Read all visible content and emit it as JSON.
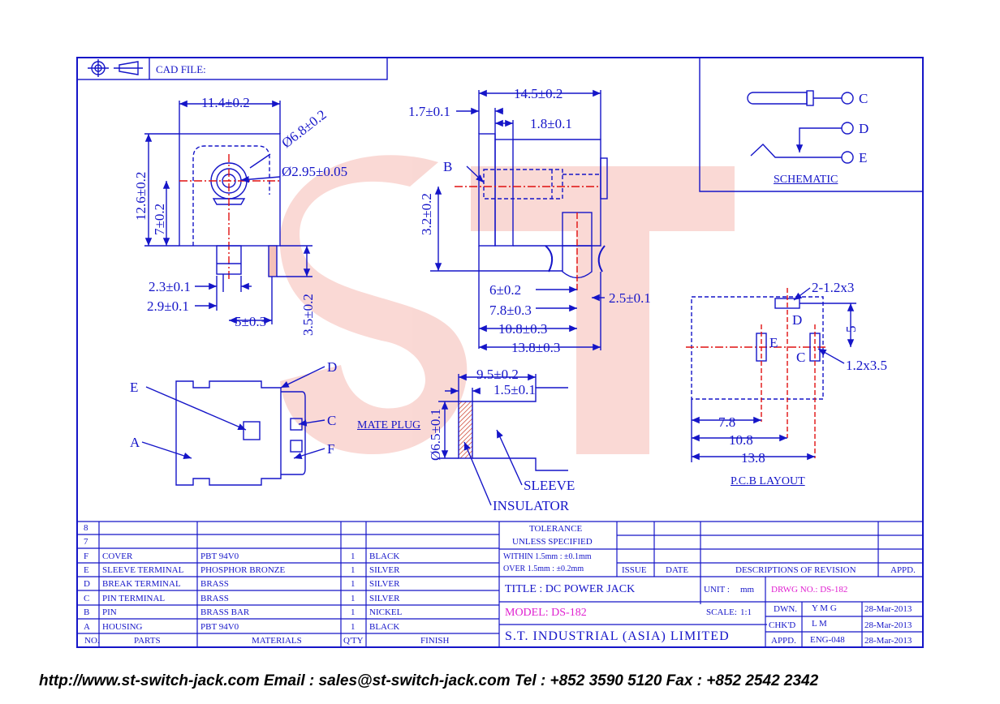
{
  "header": {
    "cad_file_label": "CAD FILE:"
  },
  "schematic": {
    "pins": [
      "C",
      "D",
      "E"
    ],
    "title": "SCHEMATIC"
  },
  "front_view": {
    "dims": {
      "width_top": "11.4±0.2",
      "hole_outer": "Ø6.8±0.2",
      "hole_pin": "Ø2.95±0.05",
      "height_total": "12.6±0.2",
      "height_center": "7±0.2",
      "lead_a": "2.3±0.1",
      "lead_b": "2.9±0.1",
      "lead_pitch": "5±0.3",
      "lead_length": "3.5±0.2"
    }
  },
  "side_view": {
    "dims": {
      "length": "14.5±0.2",
      "flange": "1.7±0.1",
      "step": "1.8±0.1",
      "pin_height": "3.2±0.2",
      "d1": "6±0.2",
      "d2": "7.8±0.3",
      "d3": "10.8±0.3",
      "d4": "13.8±0.3",
      "tail": "2.5±0.1"
    },
    "labels": {
      "pin": "B"
    }
  },
  "bottom_view": {
    "labels": [
      "D",
      "E",
      "C",
      "A",
      "F"
    ]
  },
  "mate_plug": {
    "title": "MATE PLUG",
    "dims": {
      "length": "9.5±0.2",
      "insulator": "1.5±0.1",
      "diameter": "Ø6.5±0.1"
    },
    "labels": {
      "sleeve": "SLEEVE",
      "insulator": "INSULATOR"
    }
  },
  "pcb_layout": {
    "title": "P.C.B LAYOUT",
    "dims": {
      "hole_top": "2-1.2x3",
      "pitch_v": "5",
      "slot": "1.2x3.5",
      "x1": "7.8",
      "x2": "10.8",
      "x3": "13.8"
    },
    "labels": {
      "d": "D",
      "e": "E",
      "c": "C"
    }
  },
  "watermark": "ST",
  "bom": {
    "rows": [
      {
        "no": "8",
        "parts": "",
        "materials": "",
        "qty": "",
        "finish": ""
      },
      {
        "no": "7",
        "parts": "",
        "materials": "",
        "qty": "",
        "finish": ""
      },
      {
        "no": "F",
        "parts": "COVER",
        "materials": "PBT 94V0",
        "qty": "1",
        "finish": "BLACK"
      },
      {
        "no": "E",
        "parts": "SLEEVE TERMINAL",
        "materials": "PHOSPHOR BRONZE",
        "qty": "1",
        "finish": "SILVER"
      },
      {
        "no": "D",
        "parts": "BREAK TERMINAL",
        "materials": "BRASS",
        "qty": "1",
        "finish": "SILVER"
      },
      {
        "no": "C",
        "parts": "PIN TERMINAL",
        "materials": "BRASS",
        "qty": "1",
        "finish": "SILVER"
      },
      {
        "no": "B",
        "parts": "PIN",
        "materials": "BRASS BAR",
        "qty": "1",
        "finish": "NICKEL"
      },
      {
        "no": "A",
        "parts": "HOUSING",
        "materials": "PBT 94V0",
        "qty": "1",
        "finish": "BLACK"
      }
    ],
    "header": {
      "no": "NO.",
      "parts": "PARTS",
      "materials": "MATERIALS",
      "qty": "Q'TY",
      "finish": "FINISH"
    }
  },
  "title_block": {
    "tolerance": "TOLERANCE",
    "unless": "UNLESS   SPECIFIED",
    "within": "WITHIN  1.5mm : ±0.1mm",
    "over": "OVER    1.5mm : ±0.2mm",
    "issue": "ISSUE",
    "date": "DATE",
    "descriptions": "DESCRIPTIONS OF REVISION",
    "appd_rev": "APPD.",
    "title": "TITLE : DC POWER JACK",
    "unit_label": "UNIT :",
    "unit_value": "mm",
    "drwg_no": "DRWG NO.: DS-182",
    "model": "MODEL: DS-182",
    "scale_label": "SCALE:",
    "scale_value": "1:1",
    "company": "S.T. INDUSTRIAL (ASIA) LIMITED",
    "dwn_label": "DWN.",
    "dwn_by": "Y M G",
    "dwn_date": "28-Mar-2013",
    "chkd_label": "CHK'D",
    "chkd_by": "L M",
    "chkd_date": "28-Mar-2013",
    "appd_label": "APPD.",
    "appd_by": "ENG-048",
    "appd_date": "28-Mar-2013"
  },
  "footer": {
    "text": "http://www.st-switch-jack.com  Email : sales@st-switch-jack.com  Tel : +852 3590 5120  Fax : +852 2542 2342"
  }
}
